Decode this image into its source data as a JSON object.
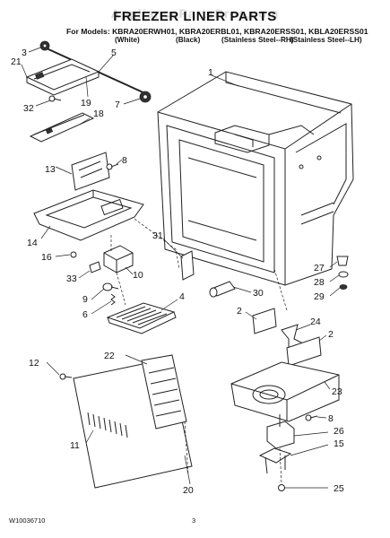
{
  "header": {
    "watermark": "AppliancePartsPros.com",
    "title": "FREEZER LINER PARTS",
    "models_line": "For Models: KBRA20ERWH01, KBRA20ERBL01, KBRA20ERSS01, KBLA20ERSS01",
    "variants": [
      "(White)",
      "(Black)",
      "(Stainless Steel--RH)",
      "(Stainless Steel--LH)"
    ]
  },
  "callouts": [
    "1",
    "2",
    "2",
    "3",
    "4",
    "5",
    "6",
    "7",
    "8",
    "8",
    "9",
    "10",
    "11",
    "12",
    "13",
    "14",
    "15",
    "16",
    "18",
    "19",
    "20",
    "21",
    "22",
    "23",
    "24",
    "25",
    "26",
    "27",
    "28",
    "29",
    "30",
    "31",
    "32",
    "33"
  ],
  "footer": {
    "doc_number": "W10036710",
    "page": "3"
  }
}
